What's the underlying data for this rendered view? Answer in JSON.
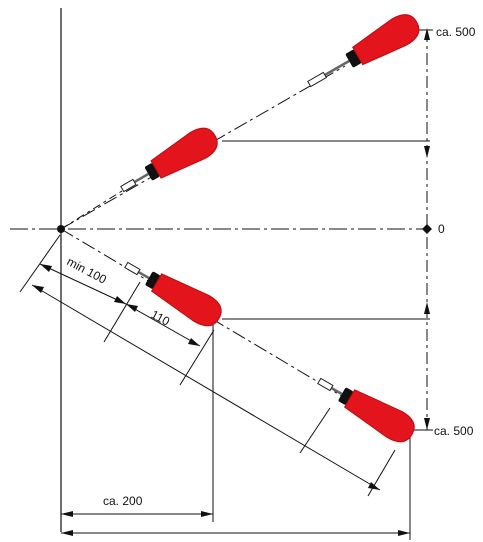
{
  "labels": {
    "top_value": "ca. 500",
    "zero": "0",
    "bottom_value": "ca. 500",
    "min_length": "min 100",
    "length_110": "110",
    "horizontal_200": "ca. 200"
  },
  "colors": {
    "handle": "#e3141b",
    "handle_dark": "#b70d12",
    "collar": "#111111",
    "lines": "#111111",
    "background": "#ffffff"
  }
}
